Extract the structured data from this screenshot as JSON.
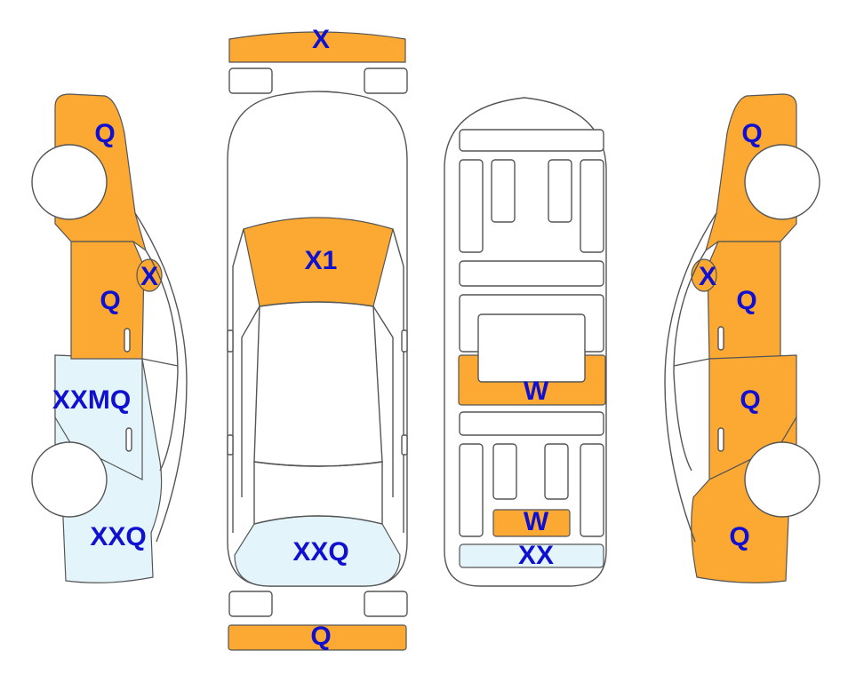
{
  "colors": {
    "damage_orange": "#FBA933",
    "damage_lightblue": "#E3F5FB",
    "outline": "#555555",
    "label_blue": "#1010D0",
    "tire_fill": "#ffffff"
  },
  "codes": {
    "front_bumper": "X",
    "rear_bumper": "Q",
    "hood": "X1",
    "trunk": "XXQ",
    "left_front_fender": "Q",
    "left_mirror": "X",
    "left_front_door": "Q",
    "left_rear_door": "XXMQ",
    "left_rear_quarter": "XXQ",
    "right_front_fender": "Q",
    "right_mirror": "X",
    "right_front_door": "Q",
    "right_rear_door": "Q",
    "right_rear_quarter": "Q",
    "floor_center": "W",
    "floor_rear": "W",
    "floor_tail": "XX"
  }
}
